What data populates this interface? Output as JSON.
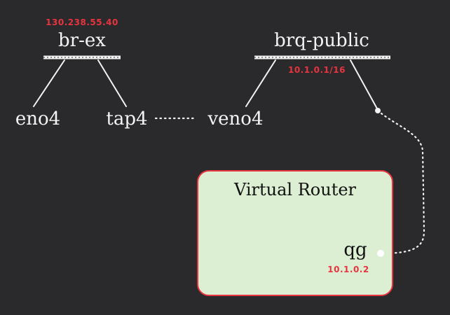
{
  "bridges": {
    "br_ex": {
      "label": "br-ex",
      "ip": "130.238.55.40"
    },
    "brq_public": {
      "label": "brq-public",
      "ip": "10.1.0.1/16"
    }
  },
  "interfaces": {
    "eno4": "eno4",
    "tap4": "tap4",
    "veno4": "veno4"
  },
  "router": {
    "title": "Virtual Router",
    "port": {
      "label": "qg",
      "ip": "10.1.0.2"
    }
  },
  "colors": {
    "background": "#2a2a2c",
    "line": "#f2f2f2",
    "ip_text": "#e8343f",
    "router_fill": "#dcefd3",
    "router_border": "#e8343f"
  }
}
